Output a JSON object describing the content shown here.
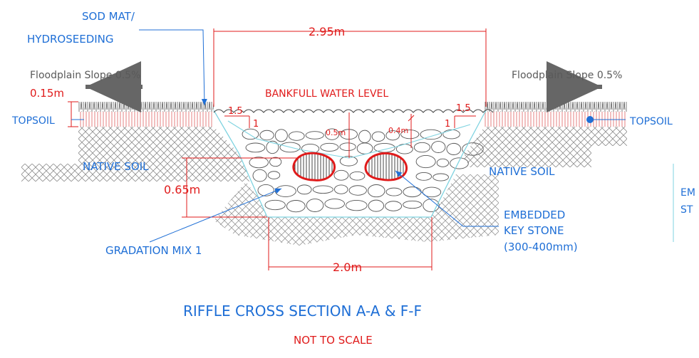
{
  "labels": {
    "sod_mat_line1": "SOD MAT/",
    "sod_mat_line2": "HYDROSEEDING",
    "top_width": "2.95m",
    "floodplain_left": "Floodplain Slope 0.5%",
    "floodplain_right": "Floodplain Slope 0.5%",
    "topsoil_depth": "0.15m",
    "bankfull": "BANKFULL WATER LEVEL",
    "slope_run_left": "1.5",
    "slope_rise_left": "1",
    "slope_run_right": "1.5",
    "slope_rise_right": "1",
    "topsoil_left": "TOPSOIL",
    "topsoil_right": "TOPSOIL",
    "depth_center": "0.5m",
    "depth_right": "0.4m",
    "native_soil_left": "NATIVE SOIL",
    "native_soil_right": "NATIVE SOIL",
    "bed_depth": "0.65m",
    "edge_text_1": "EM",
    "edge_text_2": "ST",
    "gradation": "GRADATION MIX 1",
    "keystone_line1": "EMBEDDED",
    "keystone_line2": "KEY STONE",
    "keystone_line3": "(300-400mm)",
    "bottom_width": "2.0m",
    "title": "RIFFLE CROSS SECTION A-A & F-F",
    "subtitle": "NOT TO SCALE"
  },
  "colors": {
    "annotation_blue": "#1f6fd6",
    "dimension_red": "#e01b1b",
    "channel_cyan": "#7fd3e0",
    "keystone_red": "#e01b1b",
    "ground_grey": "#8a8a8a"
  }
}
